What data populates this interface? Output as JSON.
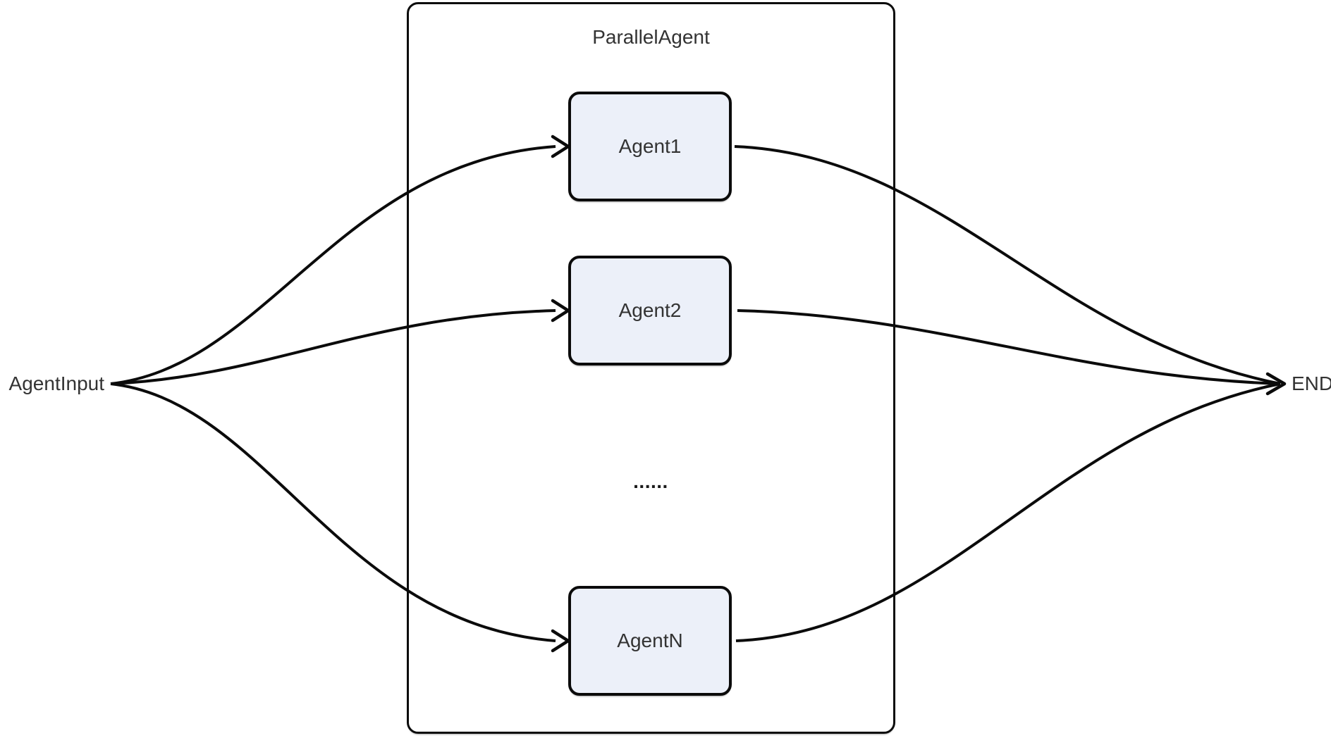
{
  "diagram": {
    "type": "flowchart",
    "direction": "left-to-right",
    "container": {
      "label": "ParallelAgent"
    },
    "start": {
      "label": "AgentInput"
    },
    "end": {
      "label": "END"
    },
    "nodes": [
      {
        "id": "Agent1",
        "label": "Agent1"
      },
      {
        "id": "Agent2",
        "label": "Agent2"
      },
      {
        "id": "AgentN",
        "label": "AgentN"
      }
    ],
    "ellipsis": "......",
    "edges": [
      {
        "from": "AgentInput",
        "to": "Agent1"
      },
      {
        "from": "AgentInput",
        "to": "Agent2"
      },
      {
        "from": "AgentInput",
        "to": "AgentN"
      },
      {
        "from": "Agent1",
        "to": "END"
      },
      {
        "from": "Agent2",
        "to": "END"
      },
      {
        "from": "AgentN",
        "to": "END"
      }
    ],
    "colors": {
      "background": "#FFFFFF",
      "node_fill": "#ECF0F9",
      "stroke": "#0B0B0B",
      "text": "#333333"
    }
  }
}
